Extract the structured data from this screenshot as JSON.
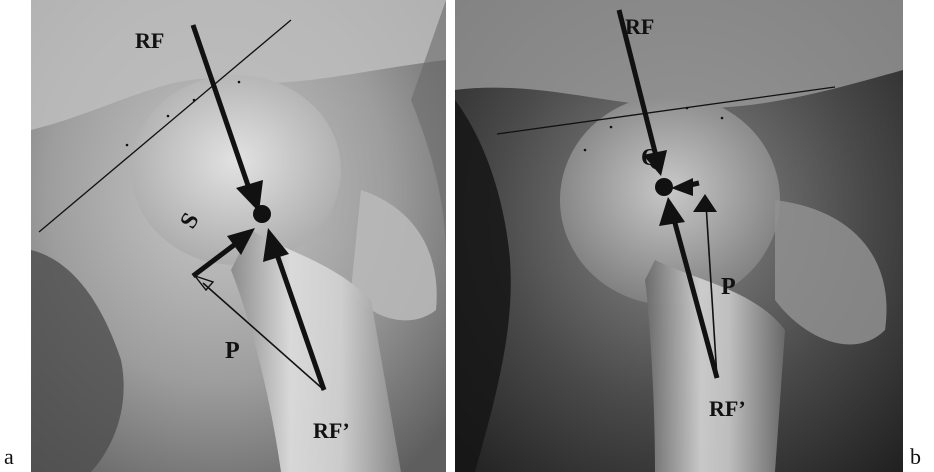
{
  "figure": {
    "panel_a": {
      "letter": "a",
      "labels": {
        "rf": "RF",
        "rf_prime": "RF’",
        "p": "P",
        "s": "S"
      }
    },
    "panel_b": {
      "letter": "b",
      "labels": {
        "rf": "RF",
        "rf_prime": "RF’",
        "p": "P",
        "q": "Q"
      }
    }
  }
}
